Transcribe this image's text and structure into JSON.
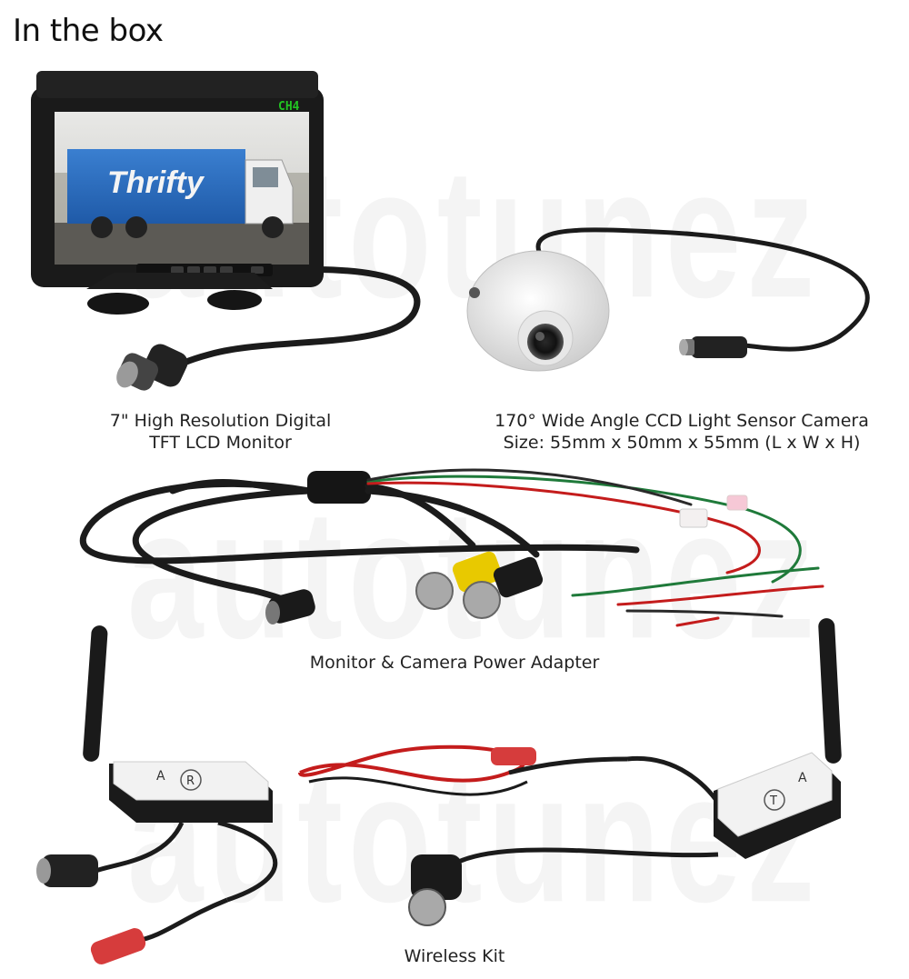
{
  "heading": "In the box",
  "watermark": "autotunez",
  "monitor": {
    "screen_channel": "CH4",
    "truck_text": "Thrifty",
    "caption_line1": "7\" High Resolution Digital",
    "caption_line2": "TFT LCD Monitor"
  },
  "camera": {
    "caption_line1": "170° Wide Angle CCD Light Sensor Camera",
    "caption_line2": "Size: 55mm x 50mm x 55mm (L x W x H)"
  },
  "adapter": {
    "caption": "Monitor & Camera Power Adapter"
  },
  "wireless": {
    "caption": "Wireless Kit",
    "receiver_label": "R",
    "transmitter_label": "T",
    "antenna_mark": "A"
  }
}
